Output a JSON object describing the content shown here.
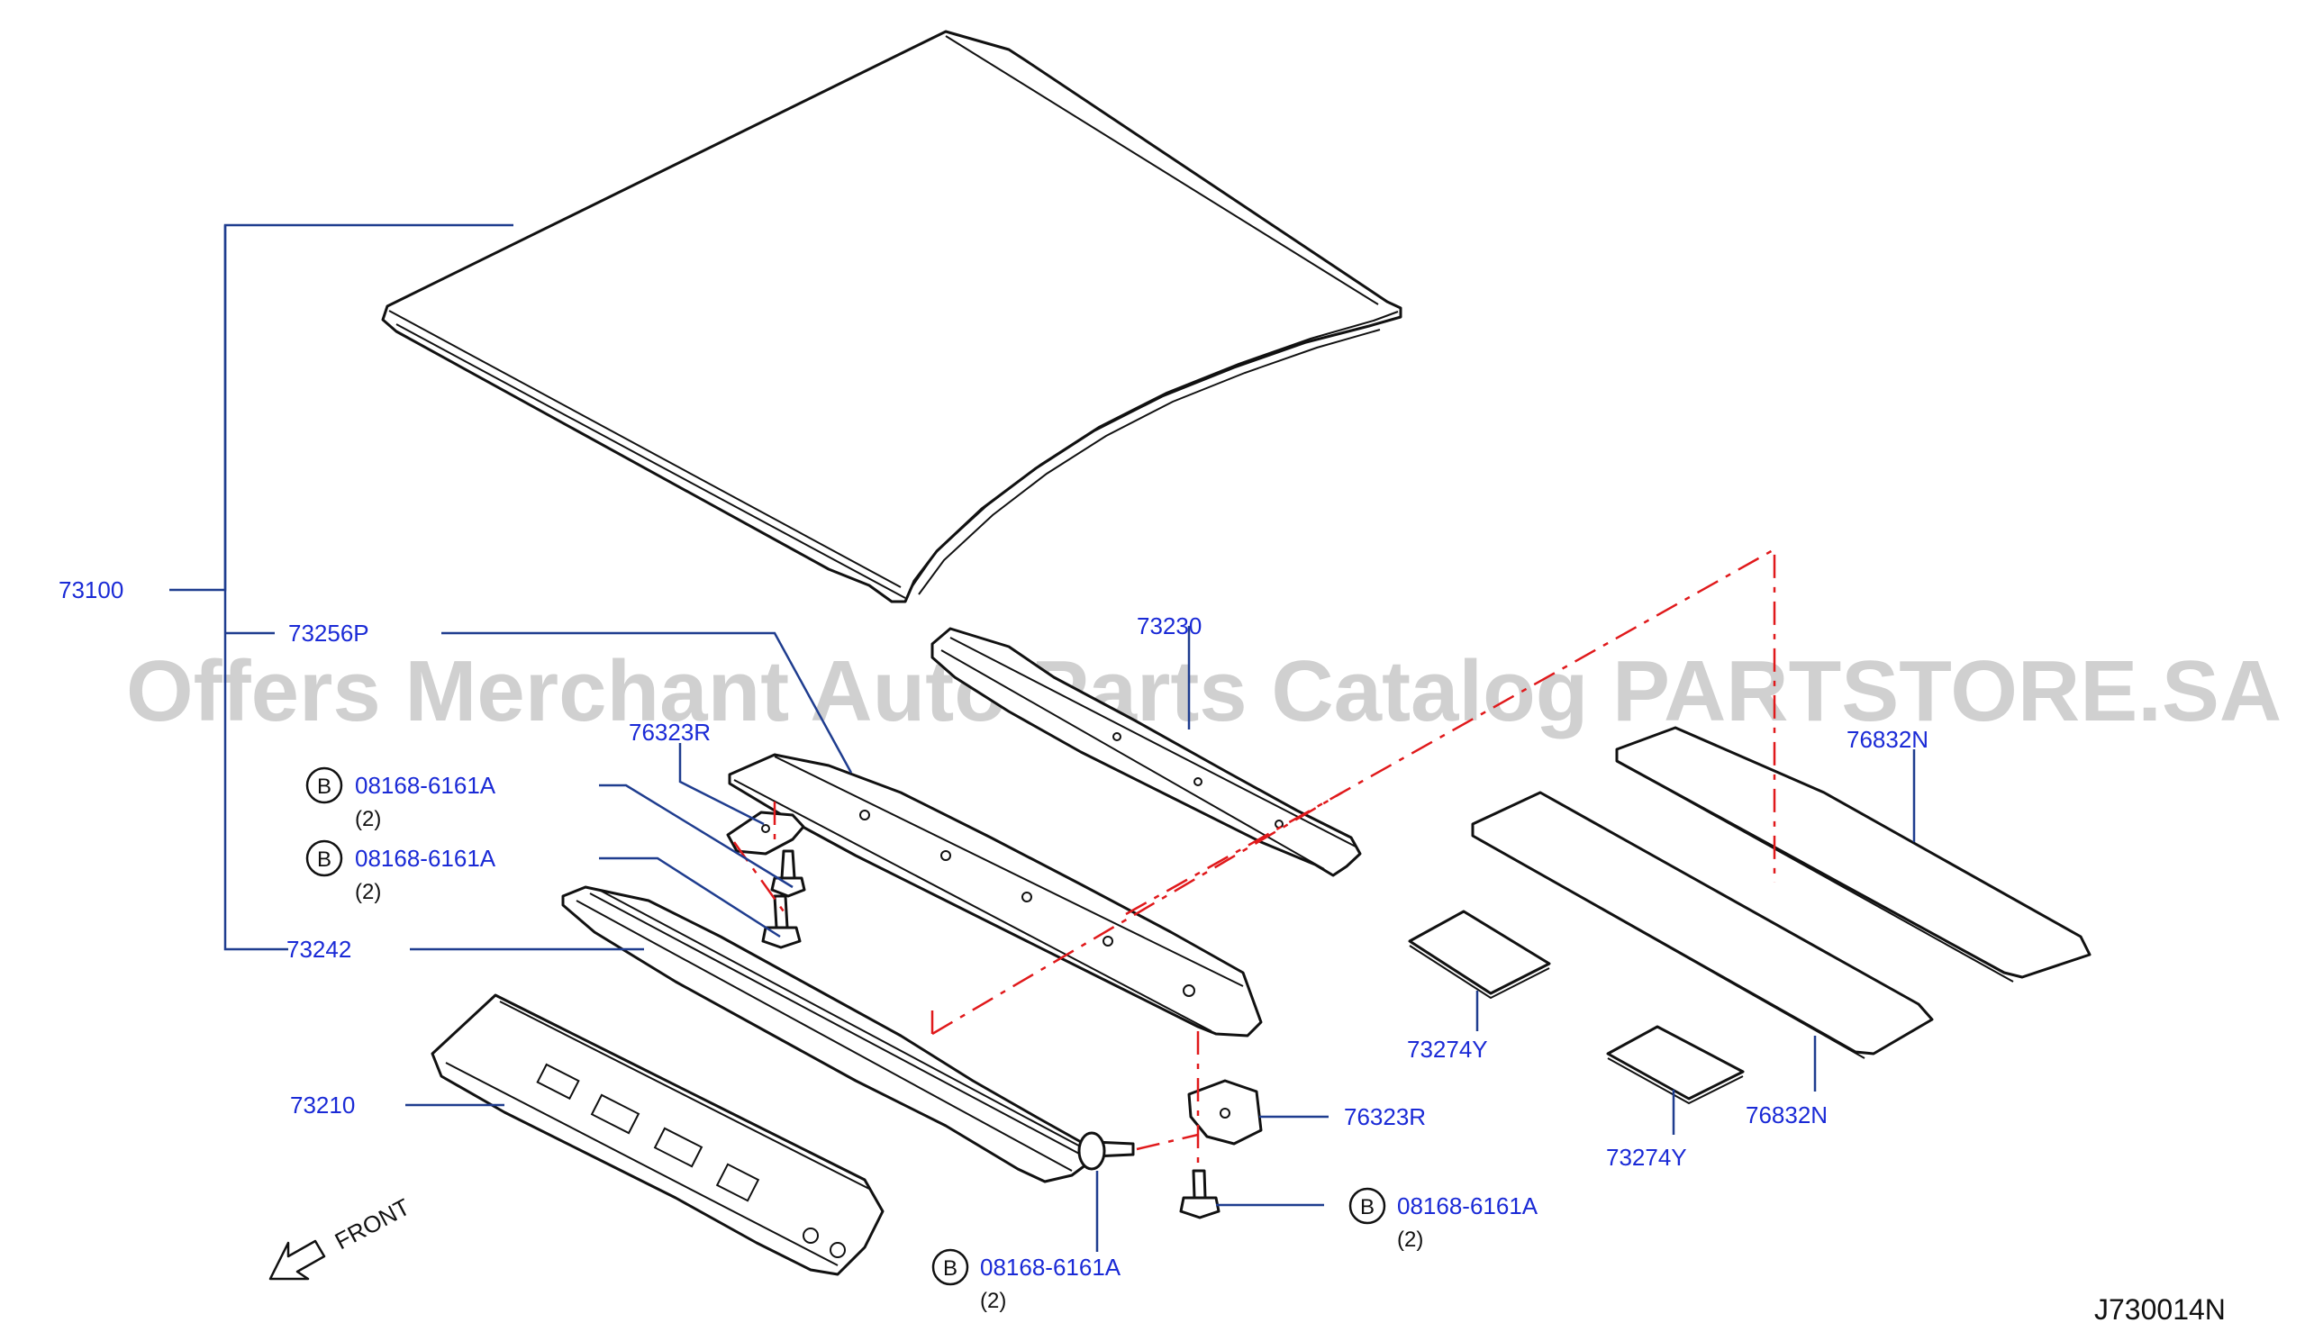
{
  "diagram_code": "J730014N",
  "watermark": "Offers Merchant Auto Parts Catalog PARTSTORE.SA",
  "front_arrow_label": "FRONT",
  "callouts": [
    {
      "key": "roof_panel_assy",
      "number": "73100"
    },
    {
      "key": "rail_front",
      "number": "73256P"
    },
    {
      "key": "rail_rear",
      "number": "73230"
    },
    {
      "key": "bow_center",
      "number": "73242"
    },
    {
      "key": "rail_side_front",
      "number": "73210"
    },
    {
      "key": "bracket_left",
      "number": "76323R"
    },
    {
      "key": "bracket_right",
      "number": "76323R"
    },
    {
      "key": "silencer_a",
      "number": "76832N"
    },
    {
      "key": "silencer_b",
      "number": "76832N"
    },
    {
      "key": "pad_a",
      "number": "73274Y"
    },
    {
      "key": "pad_b",
      "number": "73274Y"
    }
  ],
  "bolts": [
    {
      "symbol": "B",
      "number": "08168-6161A",
      "qty": "(2)"
    },
    {
      "symbol": "B",
      "number": "08168-6161A",
      "qty": "(2)"
    },
    {
      "symbol": "B",
      "number": "08168-6161A",
      "qty": "(2)"
    },
    {
      "symbol": "B",
      "number": "08168-6161A",
      "qty": "(2)"
    }
  ]
}
